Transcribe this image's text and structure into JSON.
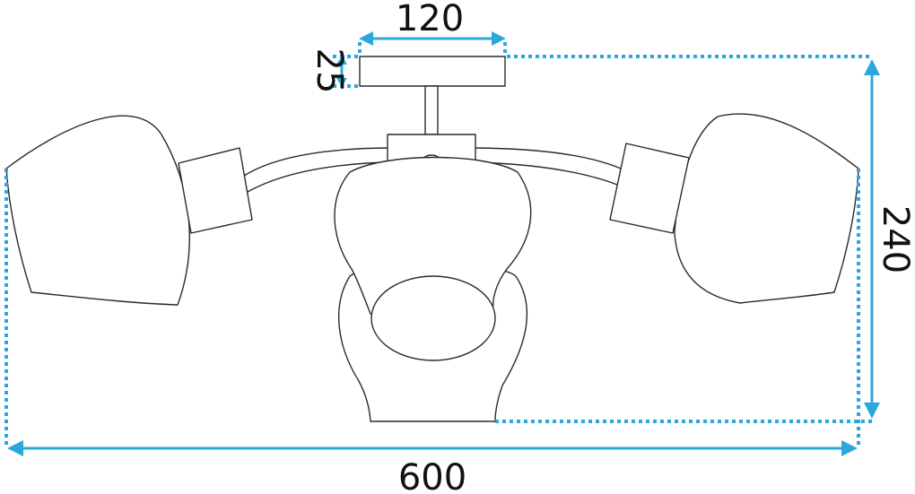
{
  "colors": {
    "dimension_accent": "#2aa8dc",
    "outline": "#2a2a2a"
  },
  "dimensions": {
    "top_width": "120",
    "top_height": "25",
    "overall_height": "240",
    "overall_width": "600"
  }
}
